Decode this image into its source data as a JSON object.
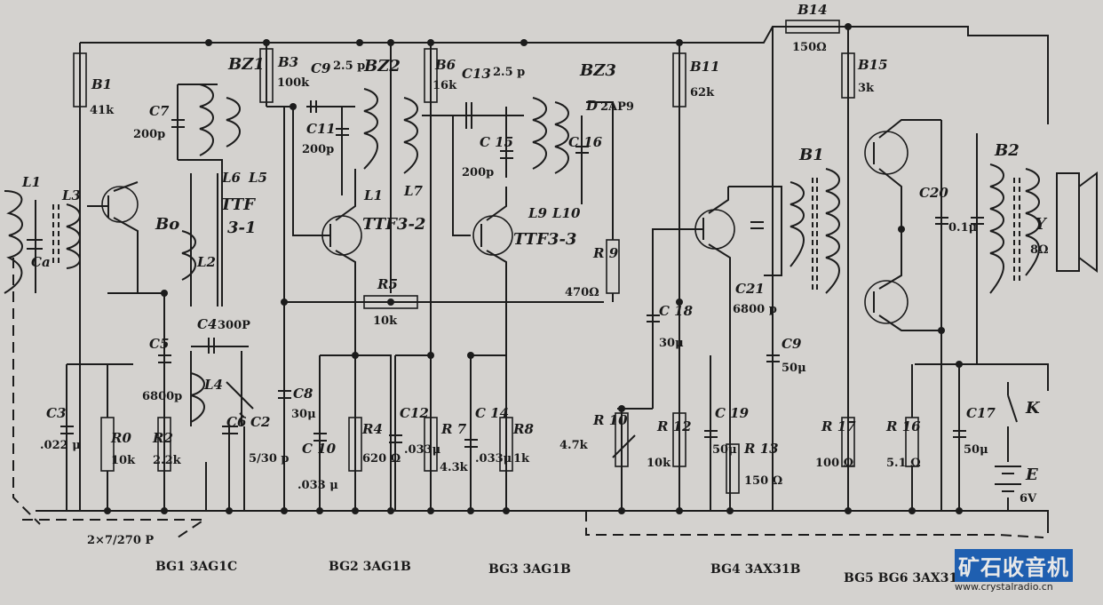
{
  "labels": {
    "B1": "B1",
    "B1v": "41k",
    "B3": "B3",
    "B3v": "100k",
    "B6": "B6",
    "B6v": "16k",
    "B11": "B11",
    "B11v": "62k",
    "B14": "B14",
    "B14v": "150Ω",
    "B15": "B15",
    "B15v": "3k",
    "BZ1": "BZ1",
    "BZ2": "BZ2",
    "BZ3": "BZ3",
    "C7": "C7",
    "C7v": "200p",
    "C9": "C9",
    "C9v": "2.5 p",
    "C11": "C11",
    "C11v": "200p",
    "C13": "C13",
    "C13v": "2.5 p",
    "C15": "C 15",
    "C15v": "200p",
    "C16": "C 16",
    "D": "D",
    "Dv": "2AP9",
    "L1": "L1",
    "L1b": "L1",
    "L3": "L3",
    "L4": "L4",
    "L5": "L5",
    "L6": "L6",
    "L7": "L7",
    "L9": "L9",
    "L10": "L10",
    "Ca": "Ca",
    "TTF31": "TTF",
    "TTF31b": "3-1",
    "TTF32": "TTF3-2",
    "TTF33": "TTF3-3",
    "Bo": "Bo",
    "L2": "L2",
    "C4": "C4",
    "C4v": "300P",
    "C5": "C5",
    "C5v": "6800p",
    "C3": "C3",
    "C3v": ".022 μ",
    "R0": "R0",
    "R0v": "10k",
    "R2": "R2",
    "R2v": "2.2k",
    "C6": "C6",
    "C2": "C2",
    "C2v": "5/30 p",
    "R5": "R5",
    "R5v": "10k",
    "R9": "R 9",
    "R9v": "470Ω",
    "C8": "C8",
    "C8v": "30μ",
    "C10": "C 10",
    "C10v": ".033 μ",
    "R4": "R4",
    "R4v": "620 Ω",
    "C12": "C12",
    "C12v": ".033μ",
    "R7": "R 7",
    "R7v": "4.3k",
    "C14": "C 14",
    "C14v": ".033μ",
    "R8": "R8",
    "R8v": "1k",
    "R10": "R 10",
    "R10v": "4.7k",
    "C18": "C 18",
    "C18v": "30μ",
    "R12": "R 12",
    "R12v": "10k",
    "C19": "C 19",
    "C19v": "50μ",
    "R13": "R 13",
    "R13v": "150 Ω",
    "C21": "C21",
    "C21v": "6800 p",
    "C9b": "C9",
    "C9bv": "50μ",
    "B1t": "B1",
    "B2t": "B2",
    "Cx": "C20",
    "Cxv": "0.1μ",
    "Y": "Y",
    "Yv": "8Ω",
    "R17": "R 17",
    "R17v": "100 Ω",
    "R16": "R 16",
    "R16v": "5.1 Ω",
    "C17": "C17",
    "C17v": "50μ",
    "K": "K",
    "E": "E",
    "Ev": "6V",
    "trim": "2×7/270 P"
  },
  "bottom": {
    "bg1": "BG1 3AG1C",
    "bg2": "BG2 3AG1B",
    "bg3": "BG3 3AG1B",
    "bg4": "BG4 3AX31B",
    "bg56": "BG5 BG6 3AX31B"
  },
  "watermark": {
    "title": "矿石收音机",
    "url": "www.crystalradio.cn",
    "colors": {
      "bg": "#1f5fb0",
      "fg": "#e8e8e8"
    }
  }
}
